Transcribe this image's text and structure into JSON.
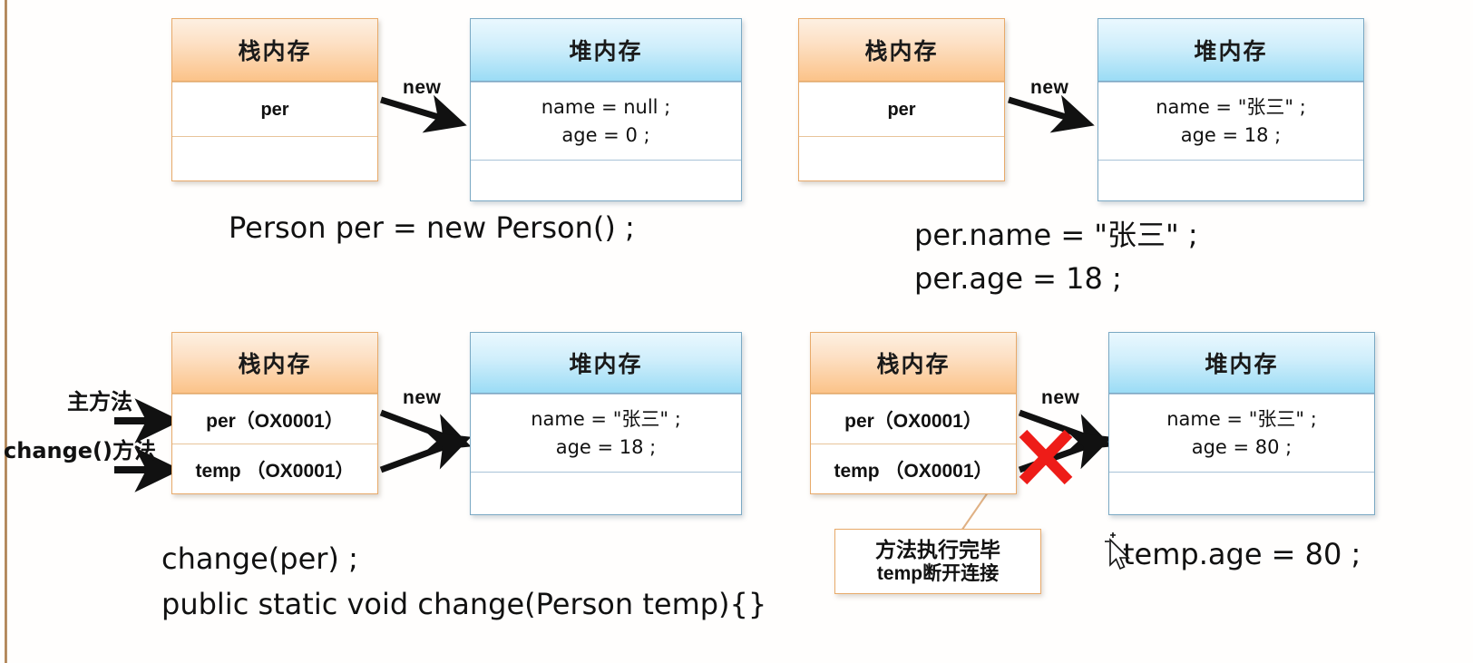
{
  "page": {
    "title": "Java 栈内存与堆内存 引用传递示意图",
    "accent_orange": "#fbc389",
    "accent_blue": "#9bdcf5",
    "border_orange": "#e8aa6a",
    "border_blue": "#7ba9c4",
    "x_mark_color": "#ee1c18",
    "page_edge_color": "#a87c50"
  },
  "labels": {
    "stack_header": "栈内存",
    "heap_header": "堆内存",
    "new_arrow": "new"
  },
  "panels": [
    {
      "id": "panel-1",
      "stack": {
        "header": "栈内存",
        "slots": [
          "per",
          ""
        ]
      },
      "heap": {
        "header": "堆内存",
        "fields": [
          "name = null ;",
          "age = 0 ;"
        ],
        "footer": ""
      },
      "arrow_label": "new",
      "caption": [
        "Person per = new Person() ;"
      ]
    },
    {
      "id": "panel-2",
      "stack": {
        "header": "栈内存",
        "slots": [
          "per",
          ""
        ]
      },
      "heap": {
        "header": "堆内存",
        "fields": [
          "name = \"张三\" ;",
          "age = 18 ;"
        ],
        "footer": ""
      },
      "arrow_label": "new",
      "caption": [
        "per.name = \"张三\" ;",
        "per.age = 18 ;"
      ]
    },
    {
      "id": "panel-3",
      "stack": {
        "header": "栈内存",
        "slots": [
          "per（OX0001）",
          "temp （OX0001）"
        ]
      },
      "heap": {
        "header": "堆内存",
        "fields": [
          "name = \"张三\" ;",
          "age = 18 ;"
        ],
        "footer": ""
      },
      "arrow_label": "new",
      "side_labels": [
        "主方法",
        "change()方法"
      ],
      "caption": [
        "change(per) ;",
        "public static void change(Person temp){}"
      ]
    },
    {
      "id": "panel-4",
      "stack": {
        "header": "栈内存",
        "slots": [
          "per（OX0001）",
          "temp （OX0001）"
        ]
      },
      "heap": {
        "header": "堆内存",
        "fields": [
          "name = \"张三\" ;",
          "age = 80 ;"
        ],
        "footer": ""
      },
      "arrow_label": "new",
      "callout": [
        "方法执行完毕",
        "temp断开连接"
      ],
      "caption": [
        "temp.age = 80 ;"
      ]
    }
  ]
}
